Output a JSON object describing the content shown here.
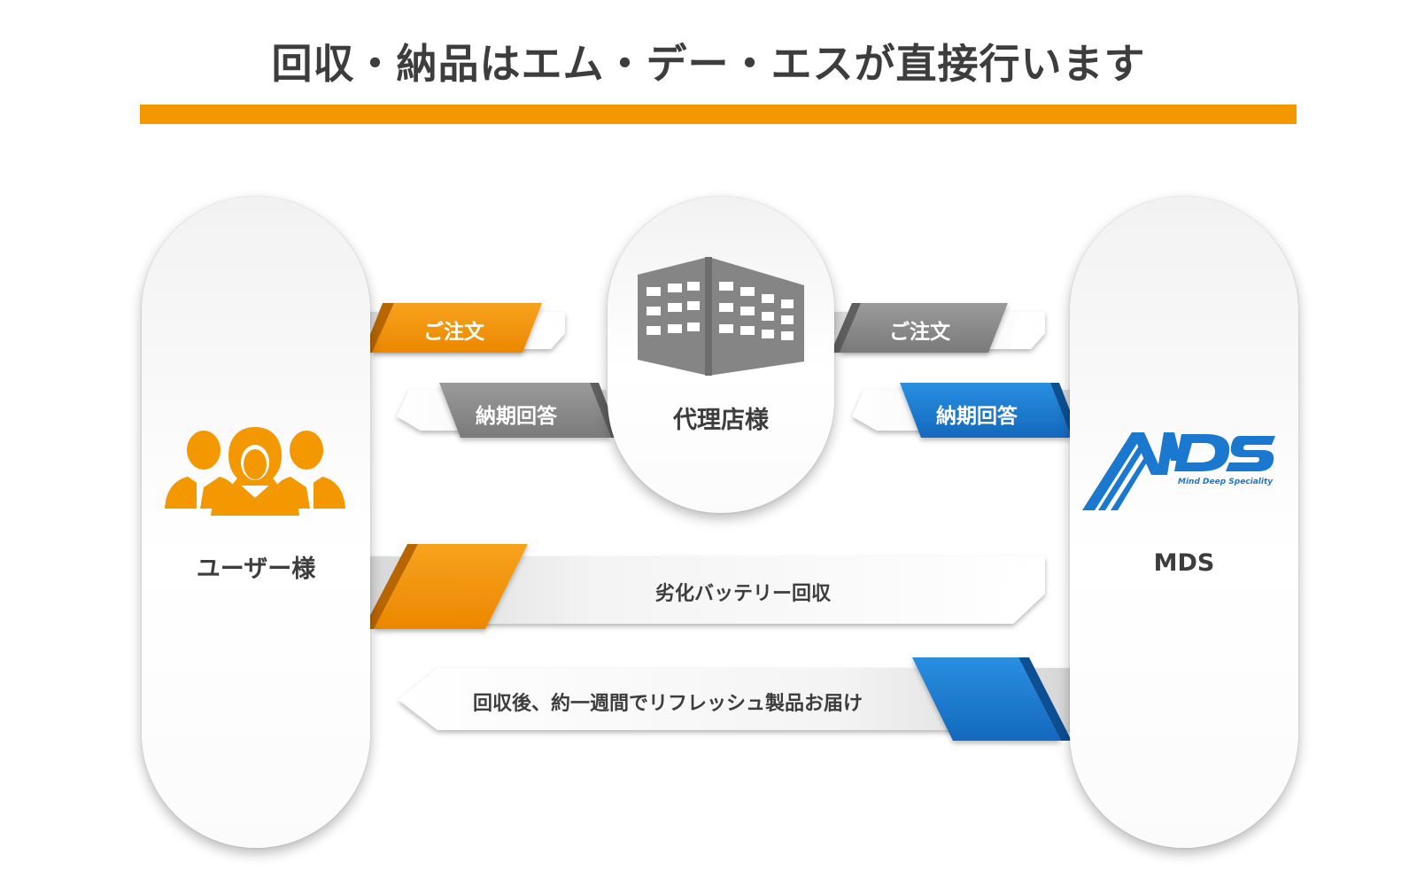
{
  "title": "回収・納品はエム・デー・エスが直接行います",
  "nodes": {
    "user": "ユーザー様",
    "agency": "代理店様",
    "mds": "MDS"
  },
  "ribbons": {
    "order_user_to_agency": "ご注文",
    "reply_agency_to_user": "納期回答",
    "order_agency_to_mds": "ご注文",
    "reply_mds_to_agency": "納期回答",
    "battery_collect": "劣化バッテリー回収",
    "refresh_deliver": "回収後、約一週間でリフレッシュ製品お届け"
  },
  "logo": {
    "text": "MDS",
    "tagline": "Mind Deep Speciality"
  },
  "icons": {
    "users": "users-group-icon",
    "building": "building-icon",
    "logo": "mds-logo-icon"
  },
  "colors": {
    "accent_orange": "#f39800",
    "accent_blue": "#1b78cf",
    "gray": "#8a8a8a",
    "text": "#3d3d3d"
  }
}
